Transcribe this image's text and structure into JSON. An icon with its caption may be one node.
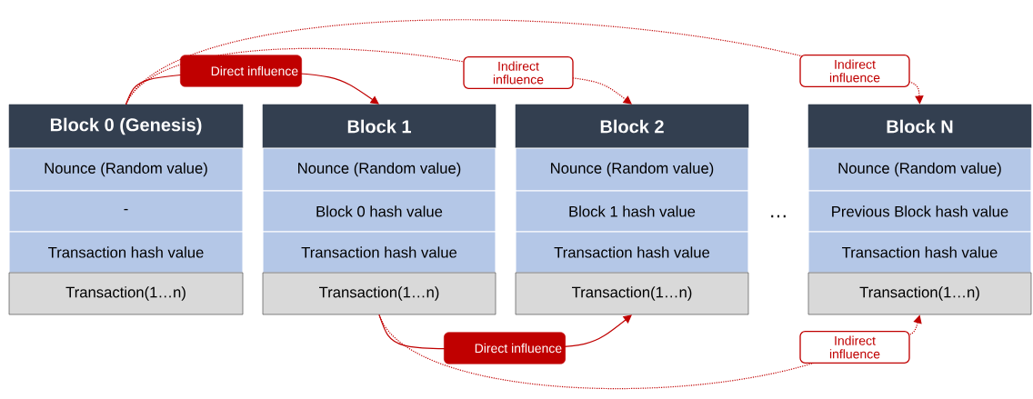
{
  "diagram": {
    "nodes": [
      {
        "text": [
          "Block 0 (Genesis)"
        ]
      },
      {
        "text": [
          "Nounce (Random value)"
        ]
      },
      {
        "text": [
          "-"
        ]
      },
      {
        "text": [
          "Transaction hash value"
        ]
      },
      {
        "text": [
          "Transaction(1…n)"
        ]
      },
      {
        "text": [
          "Block 1"
        ]
      },
      {
        "text": [
          "Nounce (Random value)"
        ]
      },
      {
        "text": [
          "Block 0 hash value"
        ]
      },
      {
        "text": [
          "Transaction hash value"
        ]
      },
      {
        "text": [
          "Transaction(1…n)"
        ]
      },
      {
        "text": [
          "Block 2"
        ]
      },
      {
        "text": [
          "Nounce (Random value)"
        ]
      },
      {
        "text": [
          "Block 1 hash value"
        ]
      },
      {
        "text": [
          "Transaction hash value"
        ]
      },
      {
        "text": [
          "Transaction(1…n)"
        ]
      },
      {
        "text": [
          "Block N"
        ]
      },
      {
        "text": [
          "Nounce (Random value)"
        ]
      },
      {
        "text": [
          "Previous Block hash value"
        ]
      },
      {
        "text": [
          "Transaction hash value"
        ]
      },
      {
        "text": [
          "Transaction(1…n)"
        ]
      }
    ],
    "edges": [
      {
        "from": 0,
        "to": 5,
        "arrow": "to",
        "label": "Direct influence"
      },
      {
        "from": 0,
        "to": 10,
        "arrow": "to",
        "label": "Indirect influence",
        "style": "dashed"
      },
      {
        "from": 0,
        "to": 15,
        "arrow": "to",
        "label": "Indirect influence",
        "style": "dashed"
      },
      {
        "from": 9,
        "to": 14,
        "arrow": "to",
        "label": "Direct influence"
      },
      {
        "from": 9,
        "to": 19,
        "arrow": "to",
        "label": "Indirect influence",
        "style": "dashed"
      }
    ],
    "labels": [
      "…"
    ]
  }
}
